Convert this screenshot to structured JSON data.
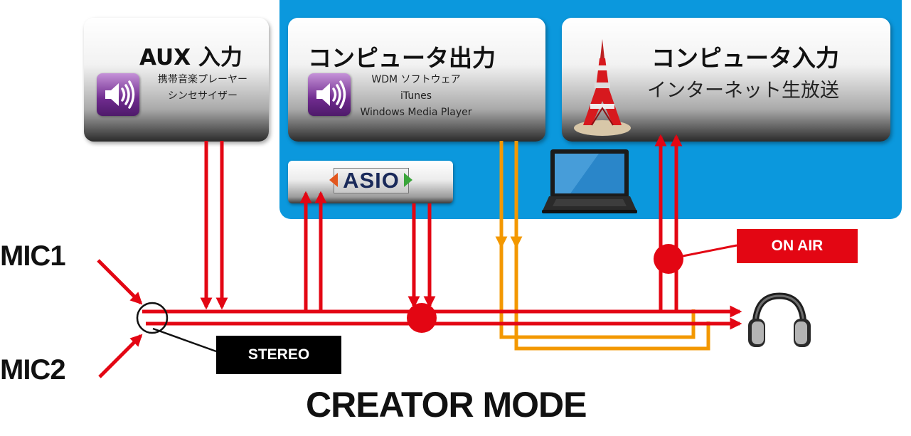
{
  "aux_box": {
    "title": "AUX 入力",
    "sub_lines": [
      "携帯音楽プレーヤー",
      "シンセサイザー"
    ]
  },
  "pc_output_box": {
    "title": "コンピュータ出力",
    "sub_lines": [
      "WDM ソフトウェア",
      "iTunes",
      "Windows Media Player"
    ]
  },
  "pc_input_box": {
    "title": "コンピュータ入力",
    "subtitle": "インターネット生放送"
  },
  "asio": {
    "label": "ASIO"
  },
  "inputs": {
    "mic1": "MIC1",
    "mic2": "MIC2"
  },
  "tags": {
    "on_air": "ON AIR",
    "stereo": "STEREO"
  },
  "mode_title": "CREATOR MODE",
  "icons": {
    "speaker": "speaker-icon",
    "tower": "tokyo-tower-icon",
    "laptop": "laptop-icon",
    "headphones": "headphones-icon"
  },
  "colors": {
    "pc_area": "#0b98dd",
    "signal_red": "#e30613",
    "signal_orange": "#f39800",
    "tag_red": "#e30613",
    "tag_black": "#000000"
  }
}
